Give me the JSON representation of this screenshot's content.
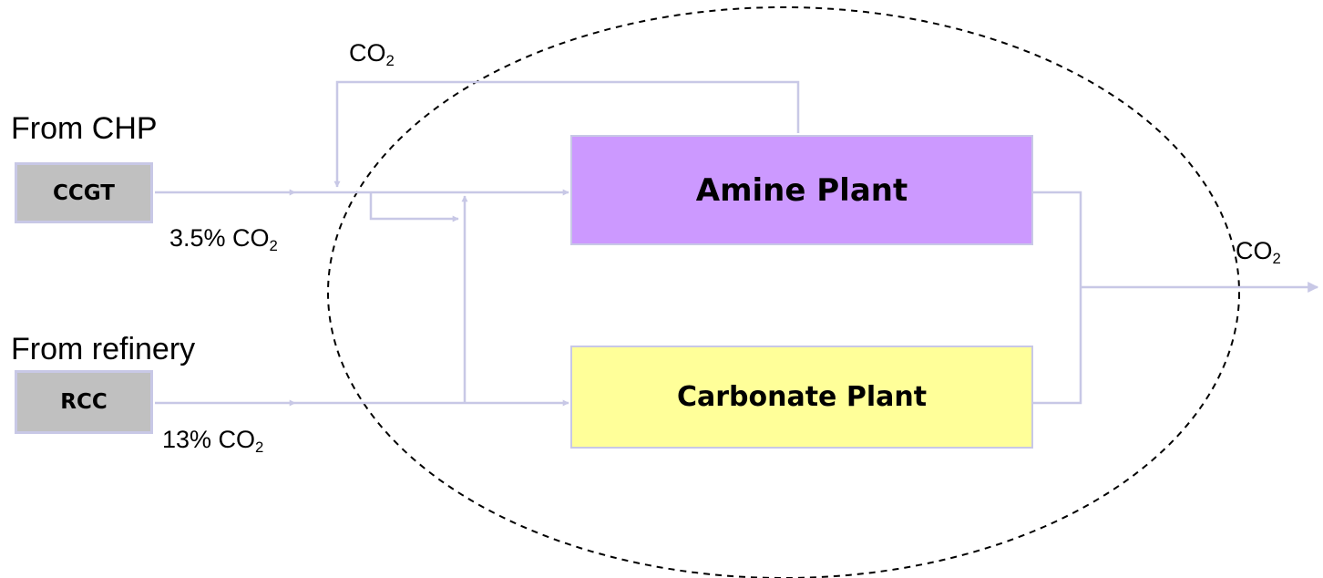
{
  "colors": {
    "flow_line": "#c8c8e6",
    "source_box": "#c0c0c0",
    "amine_plant": "#cc99ff",
    "carbonate_plant": "#ffff99",
    "boundary": "#000000"
  },
  "sources": [
    {
      "heading": "From CHP",
      "name": "CCGT",
      "concentration_value": "3.5% CO",
      "concentration_sub": "2"
    },
    {
      "heading": "From refinery",
      "name": "RCC",
      "concentration_value": "13% CO",
      "concentration_sub": "2"
    }
  ],
  "plants": [
    {
      "name": "Amine Plant"
    },
    {
      "name": "Carbonate Plant"
    }
  ],
  "recycle_label": {
    "base": "CO",
    "sub": "2"
  },
  "output_label": {
    "base": "CO",
    "sub": "2"
  }
}
